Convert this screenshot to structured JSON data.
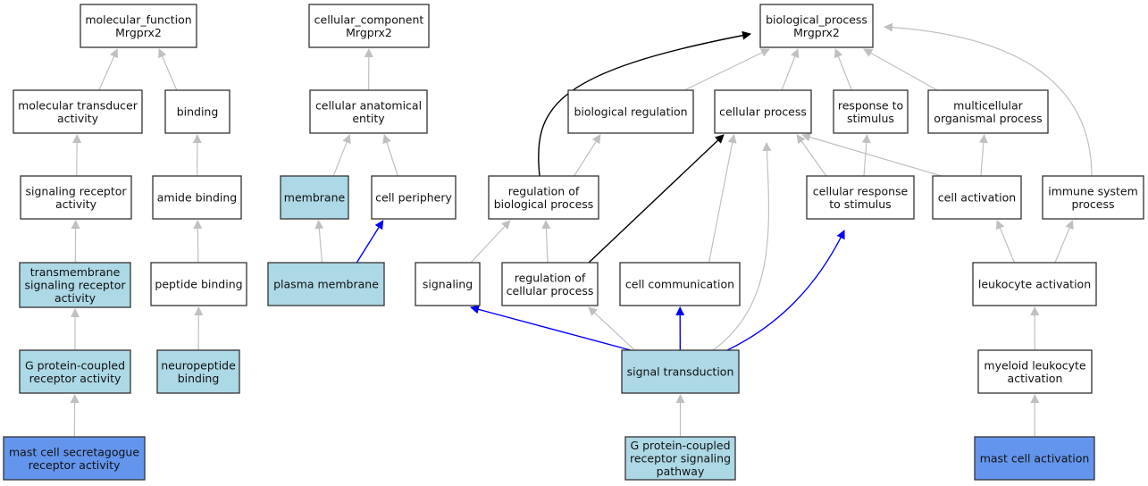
{
  "title": "GO term ancestry graph for Mrgprx2",
  "colors": {
    "default_fill": "#ffffff",
    "annotated_fill": "#add8e6",
    "direct_fill": "#6495ed",
    "edge_is_a": "#c0c0c0",
    "edge_part_of": "#0000ff",
    "edge_regulates": "#000000"
  },
  "nodes": [
    {
      "id": "mf",
      "label": [
        "molecular_function",
        "Mrgprx2"
      ],
      "style": "default"
    },
    {
      "id": "mol_transducer",
      "label": [
        "molecular transducer",
        "activity"
      ],
      "style": "default"
    },
    {
      "id": "binding",
      "label": [
        "binding"
      ],
      "style": "default"
    },
    {
      "id": "sig_receptor",
      "label": [
        "signaling receptor",
        "activity"
      ],
      "style": "default"
    },
    {
      "id": "amide_binding",
      "label": [
        "amide binding"
      ],
      "style": "default"
    },
    {
      "id": "tm_sig_receptor",
      "label": [
        "transmembrane",
        "signaling receptor",
        "activity"
      ],
      "style": "annotated"
    },
    {
      "id": "peptide_binding",
      "label": [
        "peptide binding"
      ],
      "style": "default"
    },
    {
      "id": "gpcr_activity",
      "label": [
        "G protein-coupled",
        "receptor activity"
      ],
      "style": "annotated"
    },
    {
      "id": "neuropeptide_binding",
      "label": [
        "neuropeptide",
        "binding"
      ],
      "style": "annotated"
    },
    {
      "id": "mast_secretagogue",
      "label": [
        "mast cell secretagogue",
        "receptor activity"
      ],
      "style": "direct"
    },
    {
      "id": "cc",
      "label": [
        "cellular_component",
        "Mrgprx2"
      ],
      "style": "default"
    },
    {
      "id": "cell_anat",
      "label": [
        "cellular anatomical",
        "entity"
      ],
      "style": "default"
    },
    {
      "id": "membrane",
      "label": [
        "membrane"
      ],
      "style": "annotated"
    },
    {
      "id": "cell_periphery",
      "label": [
        "cell periphery"
      ],
      "style": "default"
    },
    {
      "id": "plasma_membrane",
      "label": [
        "plasma membrane"
      ],
      "style": "annotated"
    },
    {
      "id": "bp",
      "label": [
        "biological_process",
        "Mrgprx2"
      ],
      "style": "default"
    },
    {
      "id": "bio_regulation",
      "label": [
        "biological regulation"
      ],
      "style": "default"
    },
    {
      "id": "cellular_process",
      "label": [
        "cellular process"
      ],
      "style": "default"
    },
    {
      "id": "response_stimulus",
      "label": [
        "response to",
        "stimulus"
      ],
      "style": "default"
    },
    {
      "id": "multicellular",
      "label": [
        "multicellular",
        "organismal process"
      ],
      "style": "default"
    },
    {
      "id": "reg_bio_process",
      "label": [
        "regulation of",
        "biological process"
      ],
      "style": "default"
    },
    {
      "id": "cell_response_stimulus",
      "label": [
        "cellular response",
        "to stimulus"
      ],
      "style": "default"
    },
    {
      "id": "cell_activation",
      "label": [
        "cell activation"
      ],
      "style": "default"
    },
    {
      "id": "immune_system",
      "label": [
        "immune system",
        "process"
      ],
      "style": "default"
    },
    {
      "id": "signaling",
      "label": [
        "signaling"
      ],
      "style": "default"
    },
    {
      "id": "reg_cell_process",
      "label": [
        "regulation of",
        "cellular process"
      ],
      "style": "default"
    },
    {
      "id": "cell_communication",
      "label": [
        "cell communication"
      ],
      "style": "default"
    },
    {
      "id": "leukocyte_activation",
      "label": [
        "leukocyte activation"
      ],
      "style": "default"
    },
    {
      "id": "signal_transduction",
      "label": [
        "signal transduction"
      ],
      "style": "annotated"
    },
    {
      "id": "myeloid_leukocyte",
      "label": [
        "myeloid leukocyte",
        "activation"
      ],
      "style": "default"
    },
    {
      "id": "gpcr_pathway",
      "label": [
        "G protein-coupled",
        "receptor signaling",
        "pathway"
      ],
      "style": "annotated"
    },
    {
      "id": "mast_cell_activation",
      "label": [
        "mast cell activation"
      ],
      "style": "direct"
    }
  ],
  "edges": [
    {
      "from": "mol_transducer",
      "to": "mf",
      "type": "is_a"
    },
    {
      "from": "binding",
      "to": "mf",
      "type": "is_a"
    },
    {
      "from": "sig_receptor",
      "to": "mol_transducer",
      "type": "is_a"
    },
    {
      "from": "amide_binding",
      "to": "binding",
      "type": "is_a"
    },
    {
      "from": "tm_sig_receptor",
      "to": "sig_receptor",
      "type": "is_a"
    },
    {
      "from": "peptide_binding",
      "to": "amide_binding",
      "type": "is_a"
    },
    {
      "from": "gpcr_activity",
      "to": "tm_sig_receptor",
      "type": "is_a"
    },
    {
      "from": "neuropeptide_binding",
      "to": "peptide_binding",
      "type": "is_a"
    },
    {
      "from": "mast_secretagogue",
      "to": "gpcr_activity",
      "type": "is_a"
    },
    {
      "from": "cell_anat",
      "to": "cc",
      "type": "is_a"
    },
    {
      "from": "membrane",
      "to": "cell_anat",
      "type": "is_a"
    },
    {
      "from": "cell_periphery",
      "to": "cell_anat",
      "type": "is_a"
    },
    {
      "from": "plasma_membrane",
      "to": "membrane",
      "type": "is_a"
    },
    {
      "from": "plasma_membrane",
      "to": "cell_periphery",
      "type": "part_of"
    },
    {
      "from": "bio_regulation",
      "to": "bp",
      "type": "is_a"
    },
    {
      "from": "cellular_process",
      "to": "bp",
      "type": "is_a"
    },
    {
      "from": "response_stimulus",
      "to": "bp",
      "type": "is_a"
    },
    {
      "from": "multicellular",
      "to": "bp",
      "type": "is_a"
    },
    {
      "from": "immune_system",
      "to": "bp",
      "type": "is_a"
    },
    {
      "from": "reg_bio_process",
      "to": "bp",
      "type": "regulates"
    },
    {
      "from": "reg_bio_process",
      "to": "bio_regulation",
      "type": "is_a"
    },
    {
      "from": "cell_response_stimulus",
      "to": "cellular_process",
      "type": "is_a"
    },
    {
      "from": "cell_response_stimulus",
      "to": "response_stimulus",
      "type": "is_a"
    },
    {
      "from": "cell_activation",
      "to": "cellular_process",
      "type": "is_a"
    },
    {
      "from": "cell_activation",
      "to": "multicellular",
      "type": "is_a"
    },
    {
      "from": "signaling",
      "to": "reg_bio_process",
      "type": "is_a"
    },
    {
      "from": "reg_cell_process",
      "to": "reg_bio_process",
      "type": "is_a"
    },
    {
      "from": "reg_cell_process",
      "to": "cellular_process",
      "type": "regulates"
    },
    {
      "from": "cell_communication",
      "to": "cellular_process",
      "type": "is_a"
    },
    {
      "from": "leukocyte_activation",
      "to": "cell_activation",
      "type": "is_a"
    },
    {
      "from": "leukocyte_activation",
      "to": "immune_system",
      "type": "is_a"
    },
    {
      "from": "signal_transduction",
      "to": "signaling",
      "type": "part_of"
    },
    {
      "from": "signal_transduction",
      "to": "reg_cell_process",
      "type": "is_a"
    },
    {
      "from": "signal_transduction",
      "to": "cell_communication",
      "type": "part_of"
    },
    {
      "from": "signal_transduction",
      "to": "cellular_process",
      "type": "is_a"
    },
    {
      "from": "signal_transduction",
      "to": "cell_response_stimulus",
      "type": "part_of"
    },
    {
      "from": "myeloid_leukocyte",
      "to": "leukocyte_activation",
      "type": "is_a"
    },
    {
      "from": "gpcr_pathway",
      "to": "signal_transduction",
      "type": "is_a"
    },
    {
      "from": "mast_cell_activation",
      "to": "myeloid_leukocyte",
      "type": "is_a"
    }
  ]
}
